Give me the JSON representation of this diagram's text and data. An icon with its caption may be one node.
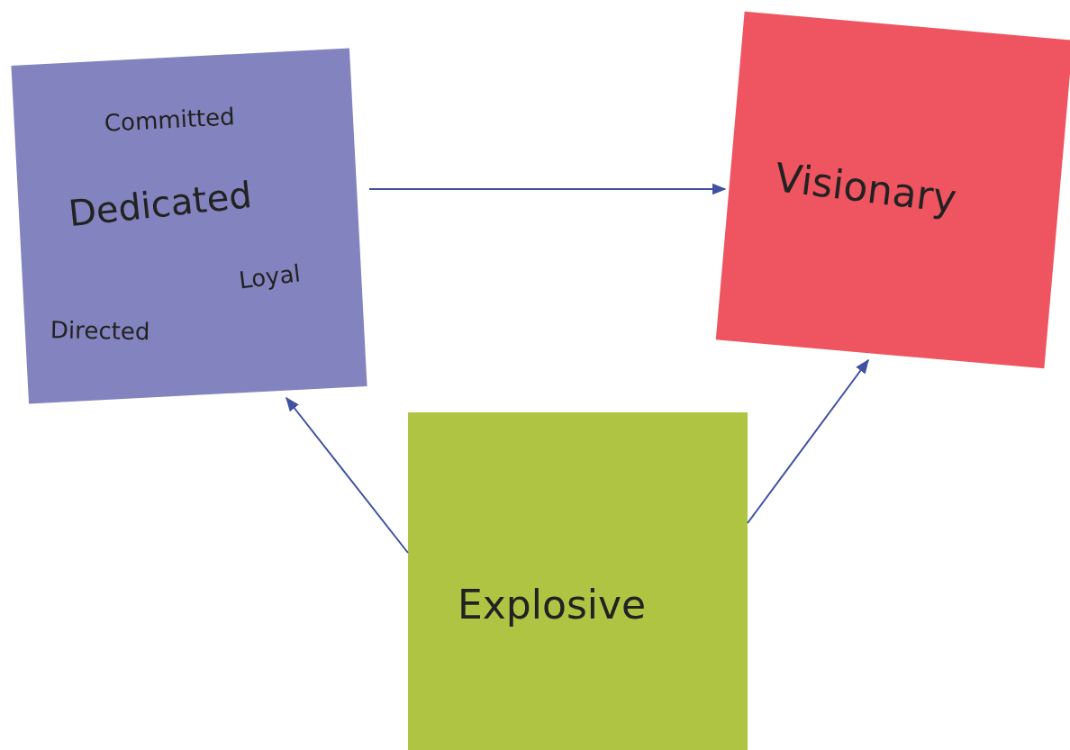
{
  "diagram": {
    "nodes": [
      {
        "text": [
          "Committed",
          "Dedicated",
          "Loyal",
          "Directed"
        ]
      },
      {
        "text": [
          "Visionary"
        ]
      },
      {
        "text": [
          "Explosive"
        ]
      }
    ],
    "edges": [
      {
        "from": 0,
        "to": 1,
        "arrow": "to"
      },
      {
        "from": 2,
        "to": 0,
        "arrow": "to"
      },
      {
        "from": 2,
        "to": 1,
        "arrow": "to"
      }
    ]
  }
}
